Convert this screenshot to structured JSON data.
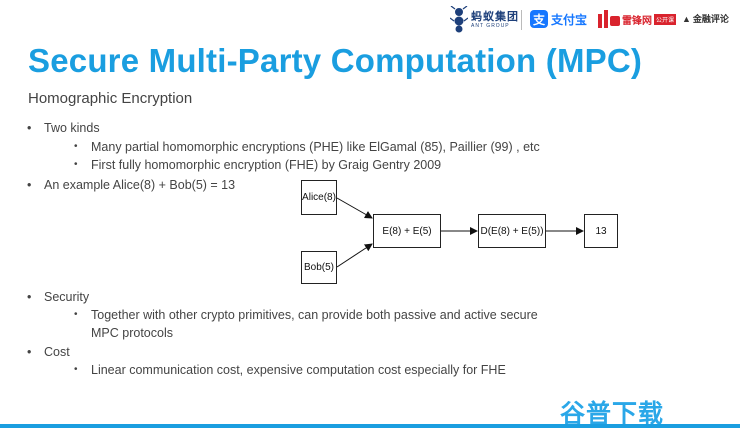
{
  "logos": {
    "ant_cn": "蚂蚁集团",
    "ant_en": "ANT GROUP",
    "alipay_mark": "支",
    "alipay_text": "支付宝",
    "leifeng_text": "雷锋网",
    "leifeng_badge": "公开课",
    "jinrong_text": "金融评论"
  },
  "title": "Secure Multi-Party Computation (MPC)",
  "subtitle": "Homographic Encryption",
  "bullets": {
    "two_kinds": "Two kinds",
    "phe": "Many partial homomorphic encryptions (PHE) like ElGamal (85), Paillier (99) , etc",
    "fhe": "First fully homomorphic encryption (FHE) by Graig Gentry 2009",
    "example": "An example Alice(8) + Bob(5) = 13",
    "security": "Security",
    "security_detail_1": "Together with other crypto primitives, can provide both passive and active secure",
    "security_detail_2": "MPC protocols",
    "cost": "Cost",
    "cost_detail": "Linear communication cost, expensive computation cost especially for FHE"
  },
  "diagram": {
    "alice": "Alice(8)",
    "bob": "Bob(5)",
    "encrypted_sum": "E(8) + E(5)",
    "decrypted": "D(E(8) + E(5))",
    "result": "13"
  },
  "watermark": "谷普下载",
  "colors": {
    "accent": "#1a9ee0",
    "text": "#444444",
    "alipay": "#1677ff",
    "leifeng": "#d9232d"
  }
}
